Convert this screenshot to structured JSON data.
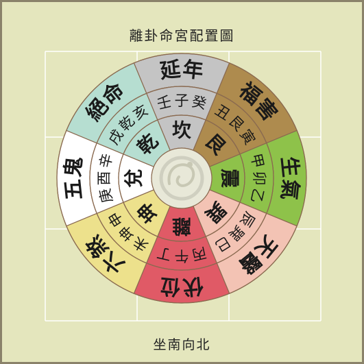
{
  "title": "離卦命宮配置圖",
  "footer": "坐南向北",
  "outer_ring": [
    {
      "label": "延年",
      "color": "#c4c4c4"
    },
    {
      "label": "福害",
      "color": "#ae8b4e"
    },
    {
      "label": "生氣",
      "color": "#8ec24a"
    },
    {
      "label": "天醫",
      "color": "#f3c3b4"
    },
    {
      "label": "伏位",
      "color": "#e05a66"
    },
    {
      "label": "六煞",
      "color": "#ede18c"
    },
    {
      "label": "五鬼",
      "color": "#ffffff"
    },
    {
      "label": "絕命",
      "color": "#b6ded1"
    }
  ],
  "middle_ring": [
    {
      "label": "壬子癸",
      "color": "#c4c4c4"
    },
    {
      "label": "丑艮寅",
      "color": "#ae8b4e"
    },
    {
      "label": "甲卯乙",
      "color": "#8ec24a"
    },
    {
      "label": "辰巽巳",
      "color": "#f3c3b4"
    },
    {
      "label": "丙午丁",
      "color": "#e05a66"
    },
    {
      "label": "未坤申",
      "color": "#ede18c"
    },
    {
      "label": "庚酉辛",
      "color": "#ffffff"
    },
    {
      "label": "戌乾亥",
      "color": "#b6ded1"
    }
  ],
  "inner_ring": [
    {
      "label": "坎",
      "color": "#c4c4c4"
    },
    {
      "label": "艮",
      "color": "#ae8b4e"
    },
    {
      "label": "震",
      "color": "#8ec24a"
    },
    {
      "label": "巽",
      "color": "#f3c3b4"
    },
    {
      "label": "離",
      "color": "#e05a66"
    },
    {
      "label": "坤",
      "color": "#ede18c"
    },
    {
      "label": "兌",
      "color": "#ffffff"
    },
    {
      "label": "乾",
      "color": "#b6ded1"
    }
  ],
  "colors": {
    "background": "#e4e6bd",
    "frame": "#8a826a",
    "grid": "#ffffff",
    "divider": "#8a6a50",
    "text": "#1a1a1a"
  },
  "center_icon": "dragon-emblem-icon"
}
